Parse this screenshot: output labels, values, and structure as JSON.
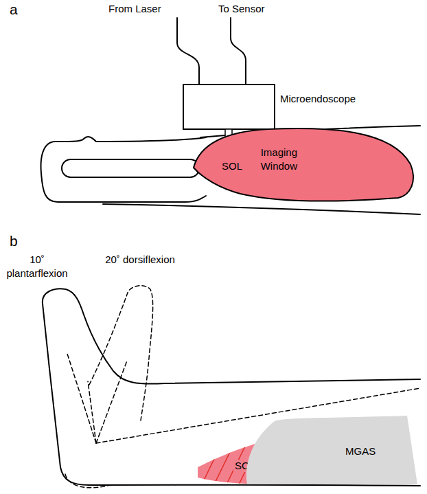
{
  "diagram": {
    "nodes": [
      {
        "text": [
          "Microendoscope"
        ]
      },
      {
        "text": [
          "SOL"
        ]
      },
      {
        "text": [
          "SOL"
        ]
      },
      {
        "text": [
          "MGAS"
        ]
      }
    ],
    "labels": [
      "a",
      "From Laser",
      "To Sensor",
      "Imaging Window",
      "b",
      "10˚ plantarflexion",
      "20˚ dorsiflexion"
    ]
  }
}
